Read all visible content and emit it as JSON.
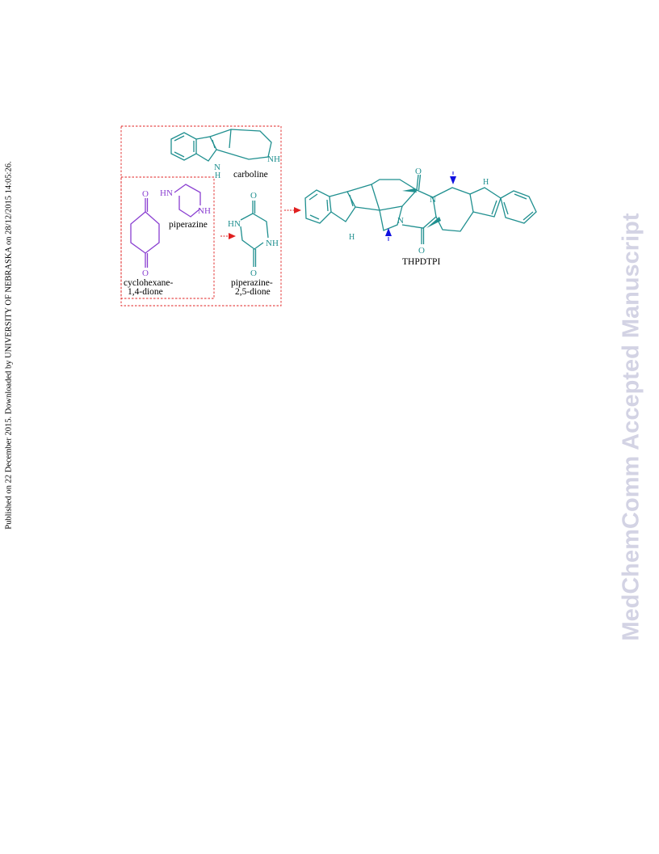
{
  "side_note": "Published on 22 December 2015. Downloaded by UNIVERSITY OF NEBRASKA on 28/12/2015 14:05:26.",
  "watermark": "MedChemComm Accepted Manuscript",
  "colors": {
    "teal": "#1f8f8f",
    "purple": "#8a3fd1",
    "red_arrow": "#e02020",
    "blue_arrow": "#1010e0",
    "box": "#e02020"
  },
  "labels": {
    "carboline": "carboline",
    "piperazine": "piperazine",
    "cyclohexane_1": "cyclohexane-",
    "cyclohexane_2": "1,4-dione",
    "dione_1": "piperazine-",
    "dione_2": "2,5-dione",
    "product": "THPDTPI"
  },
  "atoms": {
    "carbo_nh": "NH",
    "carbo_n": "N",
    "carbo_h": "H",
    "pip_hn": "HN",
    "pip_nh": "NH",
    "cyc_o1": "O",
    "cyc_o2": "O",
    "dk_o1": "O",
    "dk_o2": "O",
    "dk_hn": "HN",
    "dk_nh": "NH",
    "pr_o1": "O",
    "pr_o2": "O",
    "pr_n1": "N",
    "pr_n2": "N",
    "pr_h1": "H",
    "pr_h2": "H"
  }
}
